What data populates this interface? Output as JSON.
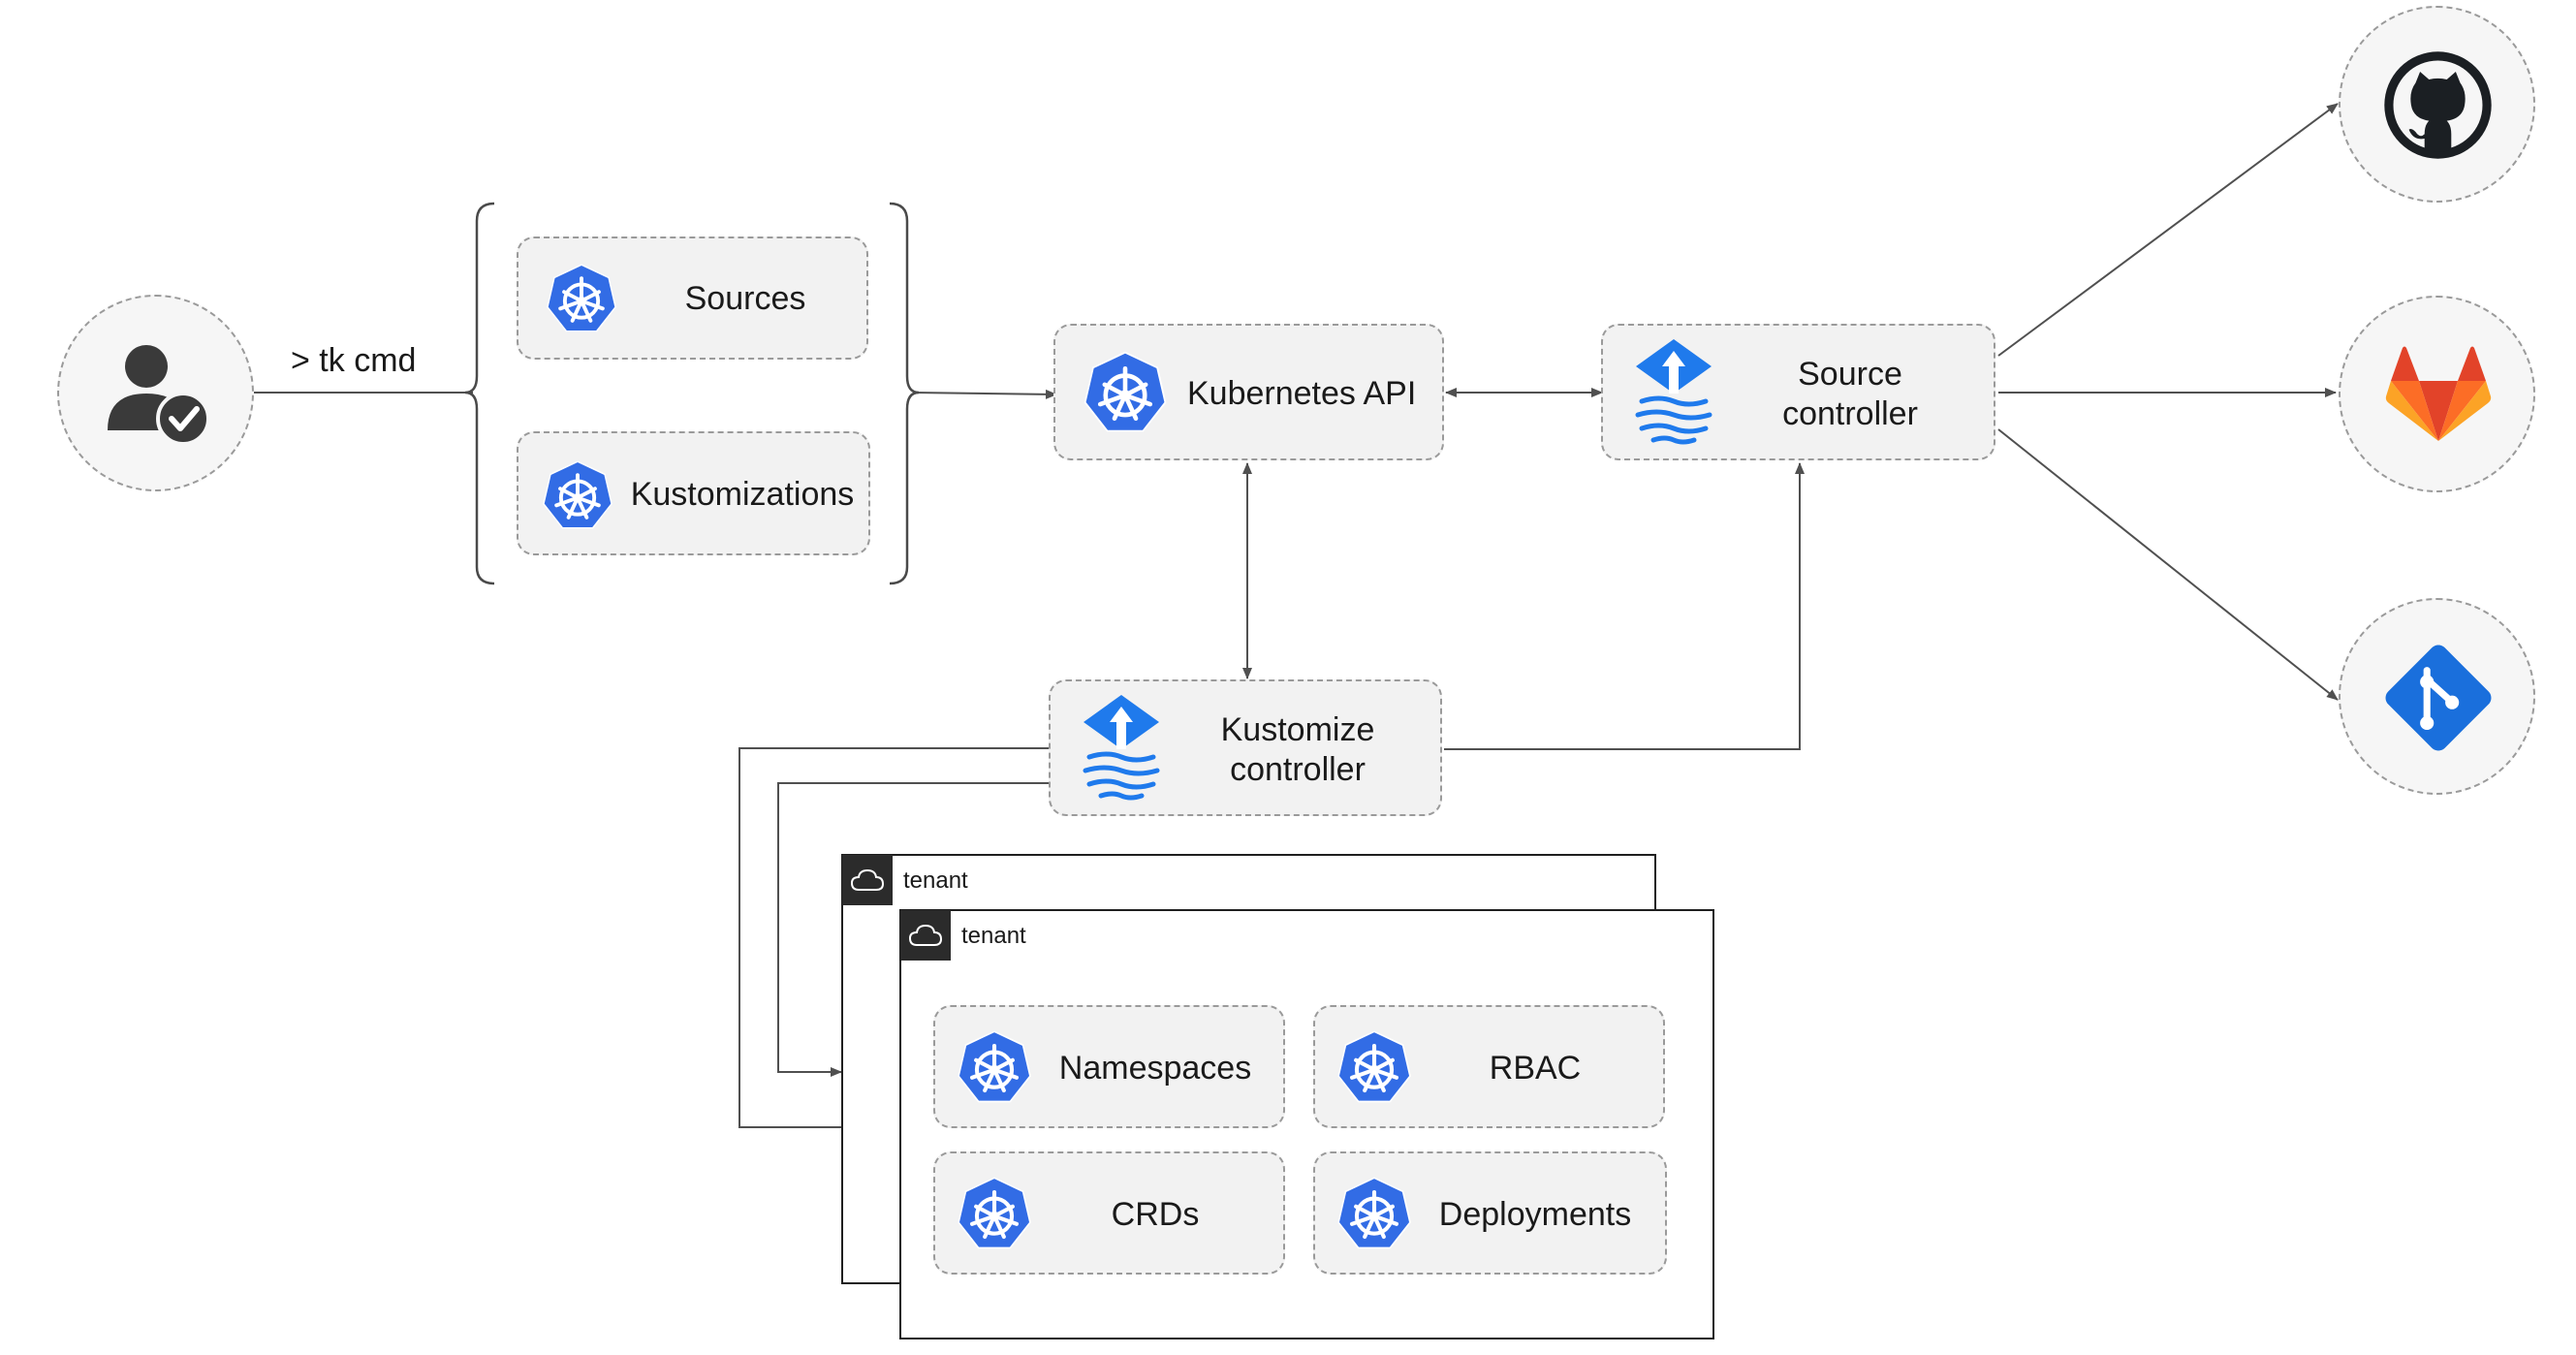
{
  "command": "> tk cmd",
  "resources": {
    "sources": "Sources",
    "kustomizations": "Kustomizations"
  },
  "kubernetes_api": "Kubernetes API",
  "source_controller": {
    "line1": "Source",
    "line2": "controller"
  },
  "kustomize_controller": {
    "line1": "Kustomize",
    "line2": "controller"
  },
  "tenants": [
    {
      "label": "tenant"
    },
    {
      "label": "tenant"
    }
  ],
  "tenant_resources": {
    "namespaces": "Namespaces",
    "rbac": "RBAC",
    "crds": "CRDs",
    "deployments": "Deployments"
  },
  "repositories": [
    "github-icon",
    "gitlab-icon",
    "git-icon"
  ],
  "colors": {
    "kubernetes_blue": "#326ce5",
    "flux_blue": "#1f7aec",
    "gitlab_orange": "#e24329",
    "git_blue": "#1a6fdc",
    "node_fill": "#f2f2f2"
  }
}
